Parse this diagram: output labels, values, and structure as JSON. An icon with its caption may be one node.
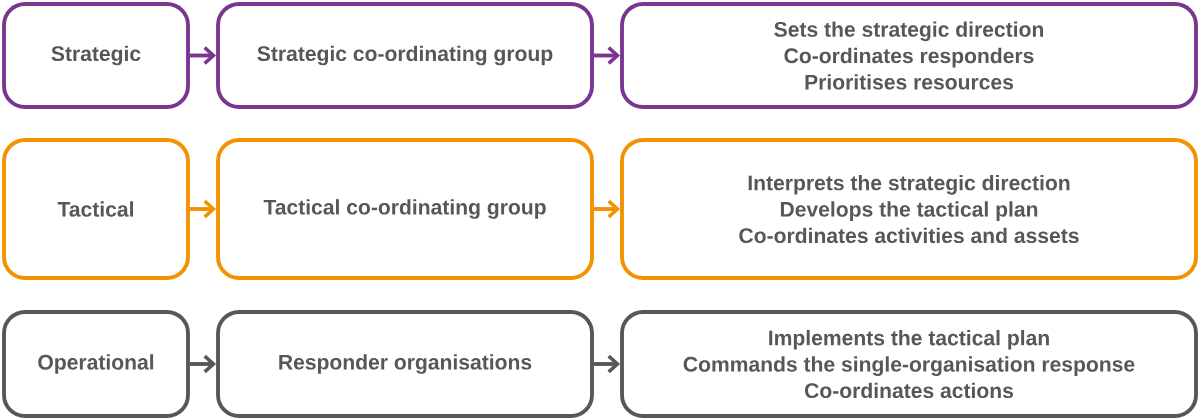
{
  "diagram": {
    "nodes": [
      {
        "text": [
          "Strategic"
        ]
      },
      {
        "text": [
          "Strategic co-ordinating group"
        ]
      },
      {
        "text": [
          "Sets the strategic direction",
          "Co-ordinates responders",
          "Prioritises resources"
        ]
      },
      {
        "text": [
          "Tactical"
        ]
      },
      {
        "text": [
          "Tactical co-ordinating group"
        ]
      },
      {
        "text": [
          "Interprets the strategic direction",
          "Develops the tactical plan",
          "Co-ordinates activities and assets"
        ]
      },
      {
        "text": [
          "Operational"
        ]
      },
      {
        "text": [
          "Responder organisations"
        ]
      },
      {
        "text": [
          "Implements the tactical plan",
          "Commands the single-organisation response",
          "Co-ordinates actions"
        ]
      }
    ],
    "edges": [
      {
        "from": 0,
        "to": 1,
        "arrow": "to",
        "color": "#7b3590"
      },
      {
        "from": 1,
        "to": 2,
        "arrow": "to",
        "color": "#7b3590"
      },
      {
        "from": 3,
        "to": 4,
        "arrow": "to",
        "color": "#f39200"
      },
      {
        "from": 4,
        "to": 5,
        "arrow": "to",
        "color": "#f39200"
      },
      {
        "from": 6,
        "to": 7,
        "arrow": "to",
        "color": "#575756"
      },
      {
        "from": 7,
        "to": 8,
        "arrow": "to",
        "color": "#575756"
      }
    ]
  }
}
